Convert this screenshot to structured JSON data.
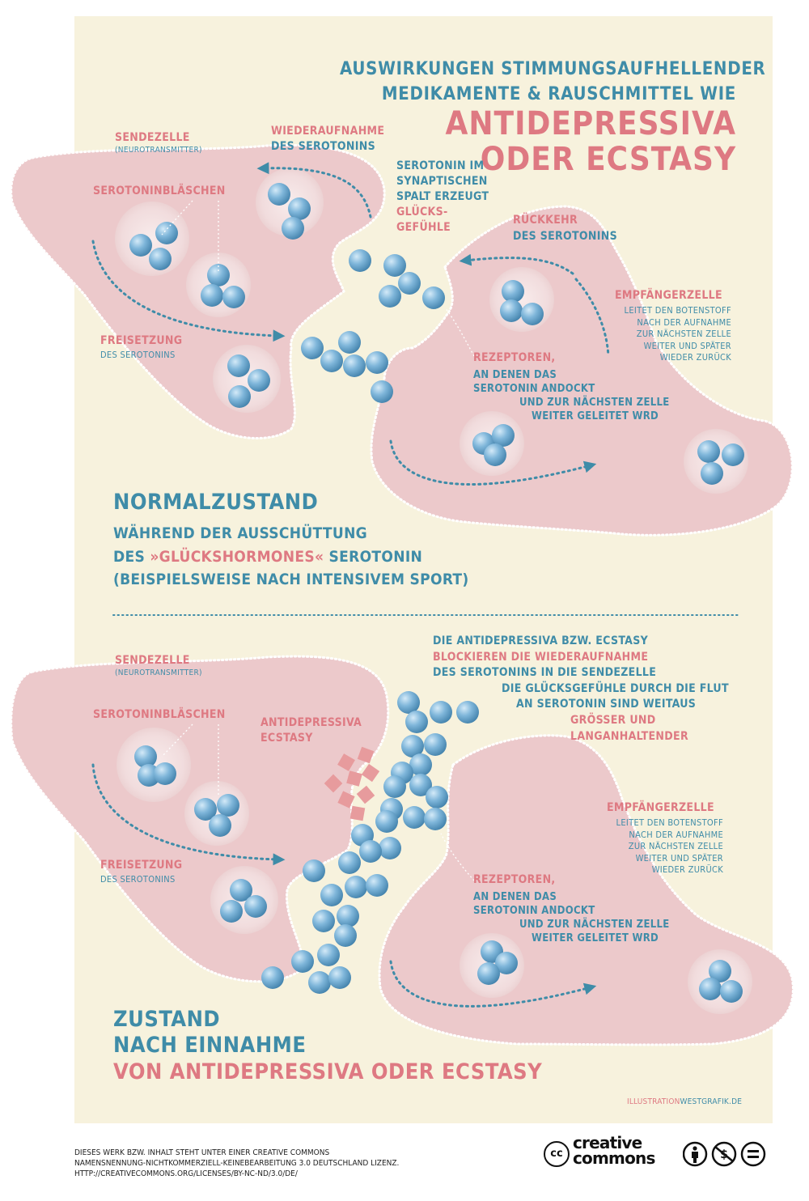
{
  "title": {
    "line1": "AUSWIRKUNGEN STIMMUNGSAUFHELLENDER",
    "line2": "MEDIKAMENTE & RAUSCHMITTEL WIE",
    "line3": "ANTIDEPRESSIVA",
    "line4": "ODER ECSTASY"
  },
  "top": {
    "sendezelle": "SENDEZELLE",
    "neurotransmitter": "(NEUROTRANSMITTER)",
    "wiederaufnahme": [
      "WIEDERAUFNAHME",
      "DES SEROTONINS"
    ],
    "serotoninblaeschen": "SEROTONINBLÄSCHEN",
    "spalt": [
      "SEROTONIN IM",
      "SYNAPTISCHEN",
      "SPALT ERZEUGT"
    ],
    "gluecksgefuehle": [
      "GLÜCKS-",
      "GEFÜHLE"
    ],
    "rueckkehr": [
      "RÜCKKEHR",
      "DES SEROTONINS"
    ],
    "empfaengerzelle": "EMPFÄNGERZELLE",
    "empfaenger_text": [
      "LEITET DEN BOTENSTOFF",
      "NACH DER AUFNAHME",
      "ZUR NÄCHSTEN ZELLE",
      "WEITER UND SPÄTER",
      "WIEDER ZURÜCK"
    ],
    "freisetzung": "FREISETZUNG",
    "freisetzung_sub": "DES SEROTONINS",
    "rezeptoren": "REZEPTOREN,",
    "rezeptoren_text": [
      "AN DENEN DAS",
      "SEROTONIN ANDOCKT",
      "UND ZUR NÄCHSTEN ZELLE",
      "WEITER GELEITET WRD"
    ],
    "heading": "NORMALZUSTAND",
    "sub1": "WÄHREND DER AUSSCHÜTTUNG",
    "sub2a": "DES ",
    "sub2b": "»GLÜCKSHORMONES«",
    "sub2c": " SEROTONIN",
    "sub3": "(BEISPIELSWEISE NACH INTENSIVEM SPORT)"
  },
  "bottom": {
    "sendezelle": "SENDEZELLE",
    "neurotransmitter": "(NEUROTRANSMITTER)",
    "serotoninblaeschen": "SEROTONINBLÄSCHEN",
    "antidepressiva": [
      "ANTIDEPRESSIVA",
      "ECSTASY"
    ],
    "info1": "DIE ANTIDEPRESSIVA BZW. ECSTASY",
    "info2": "BLOCKIEREN DIE WIEDERAUFNAHME",
    "info3": "DES SEROTONINS IN DIE SENDEZELLE",
    "info4": "DIE GLÜCKSGEFÜHLE DURCH DIE FLUT",
    "info5": "AN SEROTONIN SIND WEITAUS",
    "info6": "GRÖSSER UND",
    "info7": "LANGANHALTENDER",
    "empfaengerzelle": "EMPFÄNGERZELLE",
    "empfaenger_text": [
      "LEITET DEN BOTENSTOFF",
      "NACH DER AUFNAHME",
      "ZUR NÄCHSTEN ZELLE",
      "WEITER UND SPÄTER",
      "WIEDER ZURÜCK"
    ],
    "freisetzung": "FREISETZUNG",
    "freisetzung_sub": "DES SEROTONINS",
    "rezeptoren": "REZEPTOREN,",
    "rezeptoren_text": [
      "AN DENEN DAS",
      "SEROTONIN ANDOCKT",
      "UND ZUR NÄCHSTEN ZELLE",
      "WEITER GELEITET WRD"
    ],
    "heading1": "ZUSTAND",
    "heading2": "NACH EINNAHME",
    "heading3": "VON ANTIDEPRESSIVA ODER ECSTASY"
  },
  "credit": {
    "illustration": "ILLUSTRATION",
    "site": "WESTGRAFIK.DE"
  },
  "license": {
    "line1": "DIESES WERK BZW. INHALT STEHT UNTER EINER CREATIVE COMMONS",
    "line2": "NAMENSNENNUNG-NICHTKOMMERZIELL-KEINEBEARBEITUNG 3.0 DEUTSCHLAND LIZENZ.",
    "line3": "HTTP://CREATIVECOMMONS.ORG/LICENSES/BY-NC-ND/3.0/DE/"
  },
  "cc_logo": {
    "cc": "cc",
    "word1": "creative",
    "word2": "commons"
  },
  "icons": [
    "cc-logo-icon",
    "by-attribution-icon",
    "noncommercial-icon",
    "noderivatives-icon"
  ],
  "colors": {
    "background": "#f7f2dd",
    "cell": "#ecc9cb",
    "accent_pink": "#de7982",
    "accent_blue": "#3f8ca8",
    "serotonin": "#6aa9cf",
    "drug": "#e79b9d"
  }
}
